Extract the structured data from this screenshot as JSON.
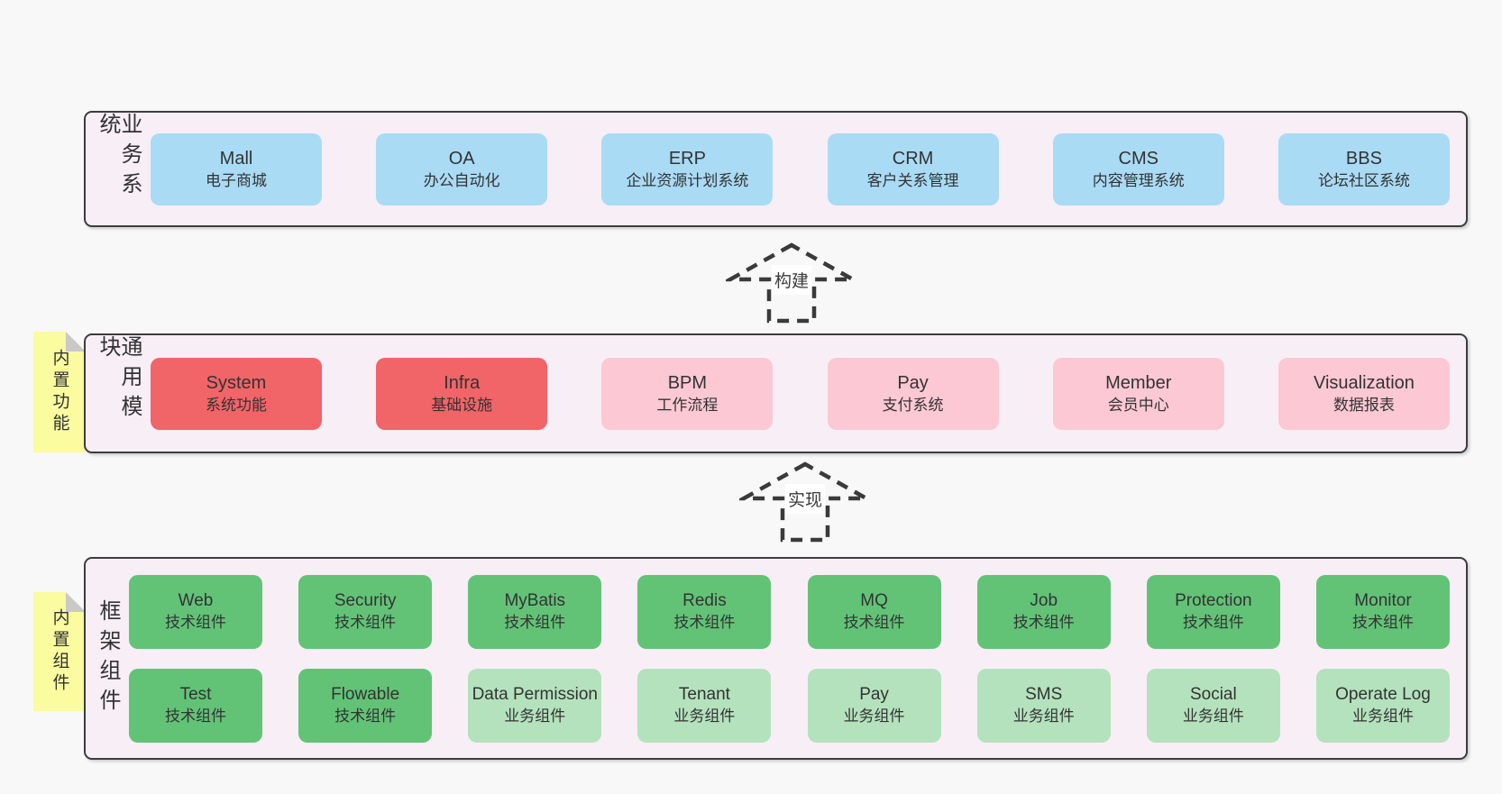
{
  "colors": {
    "page_bg": "#f8f8f8",
    "panel_bg": "#f8eef6",
    "panel_border": "#3d3d3d",
    "blue_box": "#a9dbf5",
    "red_box": "#f16468",
    "pink_box": "#fbc8d3",
    "green_box": "#62c377",
    "light_green_box": "#b4e2bd",
    "sticky_yellow": "#fbfba0",
    "sticky_fold": "#c9c9c9",
    "text": "#333333"
  },
  "layers": [
    {
      "label": "业务系统",
      "boxes": [
        {
          "title": "Mall",
          "subtitle": "电子商城"
        },
        {
          "title": "OA",
          "subtitle": "办公自动化"
        },
        {
          "title": "ERP",
          "subtitle": "企业资源计划系统"
        },
        {
          "title": "CRM",
          "subtitle": "客户关系管理"
        },
        {
          "title": "CMS",
          "subtitle": "内容管理系统"
        },
        {
          "title": "BBS",
          "subtitle": "论坛社区系统"
        }
      ]
    },
    {
      "label": "通用模块",
      "sticky": "内置功能",
      "boxes": [
        {
          "title": "System",
          "subtitle": "系统功能"
        },
        {
          "title": "Infra",
          "subtitle": "基础设施"
        },
        {
          "title": "BPM",
          "subtitle": "工作流程"
        },
        {
          "title": "Pay",
          "subtitle": "支付系统"
        },
        {
          "title": "Member",
          "subtitle": "会员中心"
        },
        {
          "title": "Visualization",
          "subtitle": "数据报表"
        }
      ]
    },
    {
      "label": "框架组件",
      "sticky": "内置组件",
      "rows": [
        [
          {
            "title": "Web",
            "subtitle": "技术组件"
          },
          {
            "title": "Security",
            "subtitle": "技术组件"
          },
          {
            "title": "MyBatis",
            "subtitle": "技术组件"
          },
          {
            "title": "Redis",
            "subtitle": "技术组件"
          },
          {
            "title": "MQ",
            "subtitle": "技术组件"
          },
          {
            "title": "Job",
            "subtitle": "技术组件"
          },
          {
            "title": "Protection",
            "subtitle": "技术组件"
          },
          {
            "title": "Monitor",
            "subtitle": "技术组件"
          }
        ],
        [
          {
            "title": "Test",
            "subtitle": "技术组件"
          },
          {
            "title": "Flowable",
            "subtitle": "技术组件"
          },
          {
            "title": "Data Permission",
            "subtitle": "业务组件"
          },
          {
            "title": "Tenant",
            "subtitle": "业务组件"
          },
          {
            "title": "Pay",
            "subtitle": "业务组件"
          },
          {
            "title": "SMS",
            "subtitle": "业务组件"
          },
          {
            "title": "Social",
            "subtitle": "业务组件"
          },
          {
            "title": "Operate Log",
            "subtitle": "业务组件"
          }
        ]
      ]
    }
  ],
  "arrows": [
    {
      "label": "构建"
    },
    {
      "label": "实现"
    }
  ]
}
